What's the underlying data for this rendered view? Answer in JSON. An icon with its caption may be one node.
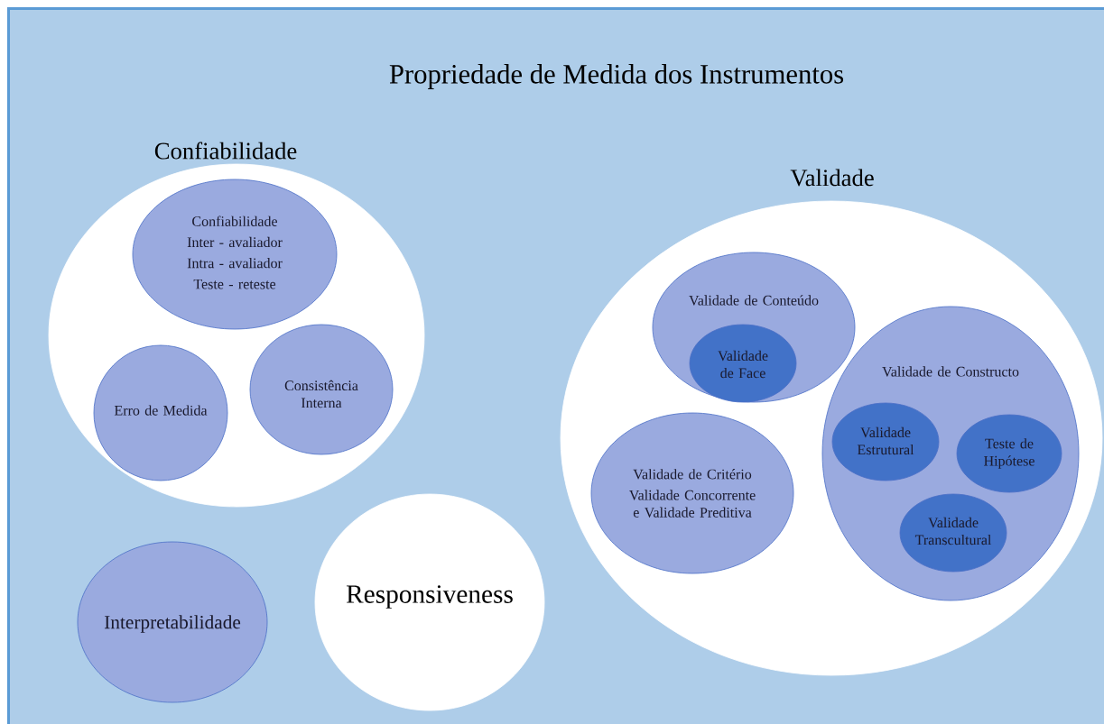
{
  "diagram": {
    "title": "Propriedade de Medida dos Instrumentos",
    "nodes": [
      {
        "text": [
          "Confiabilidade"
        ]
      },
      {
        "text": [
          "Confiabilidade",
          "Inter - avaliador",
          "Intra - avaliador",
          "Teste - reteste"
        ],
        "in": 0
      },
      {
        "text": [
          "Erro de Medida"
        ],
        "in": 0
      },
      {
        "text": [
          "Consistência Interna"
        ],
        "in": 0
      },
      {
        "text": [
          "Validade"
        ]
      },
      {
        "text": [
          "Validade de Conteúdo"
        ],
        "in": 4
      },
      {
        "text": [
          "Validade de Face"
        ],
        "in": 5
      },
      {
        "text": [
          "Validade de Critério",
          "Validade Concorrente e Validade Preditiva"
        ],
        "in": 4
      },
      {
        "text": [
          "Validade de Constructo"
        ],
        "in": 4
      },
      {
        "text": [
          "Validade Estrutural"
        ],
        "in": 8
      },
      {
        "text": [
          "Teste de Hipótese"
        ],
        "in": 8
      },
      {
        "text": [
          "Validade Transcultural"
        ],
        "in": 8
      },
      {
        "text": [
          "Interpretabilidade"
        ]
      },
      {
        "text": [
          "Responsiveness"
        ]
      }
    ]
  }
}
